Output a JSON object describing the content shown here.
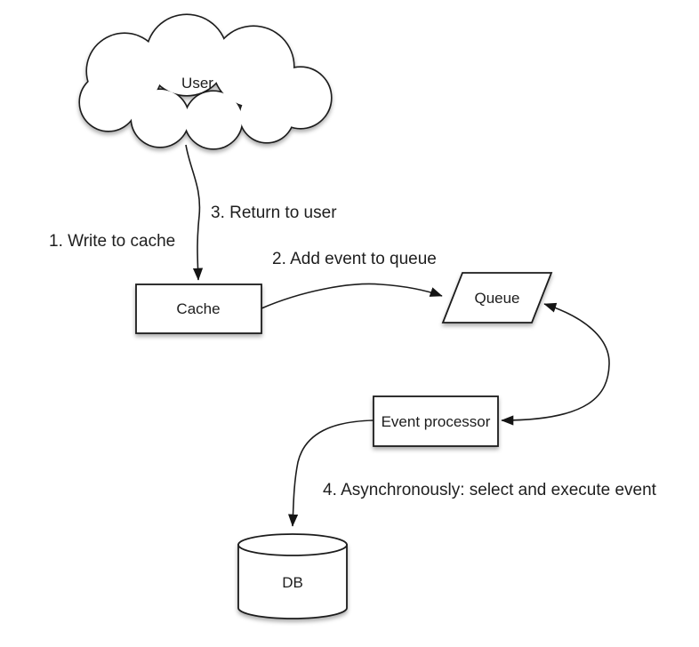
{
  "diagram": {
    "background_color": "#ffffff",
    "stroke_color": "#1c1c1c",
    "text_color": "#1e1e1e",
    "fill_color": "#ffffff",
    "nodes": {
      "user": {
        "label": "User",
        "shape": "cloud"
      },
      "cache": {
        "label": "Cache",
        "shape": "rectangle"
      },
      "queue": {
        "label": "Queue",
        "shape": "parallelogram"
      },
      "event_processor": {
        "label": "Event processor",
        "shape": "rectangle"
      },
      "db": {
        "label": "DB",
        "shape": "cylinder"
      }
    },
    "edge_labels": {
      "step1": "1. Write to cache",
      "step2": "2. Add event to queue",
      "step3": "3. Return to user",
      "step4": "4. Asynchronously: select and execute event"
    },
    "edges": [
      {
        "from": "user",
        "to": "cache",
        "arrowheads": "end"
      },
      {
        "from": "cache",
        "to": "queue",
        "arrowheads": "end"
      },
      {
        "from": "queue",
        "to": "event_processor",
        "arrowheads": "both"
      },
      {
        "from": "event_processor",
        "to": "db",
        "arrowheads": "end"
      }
    ]
  }
}
